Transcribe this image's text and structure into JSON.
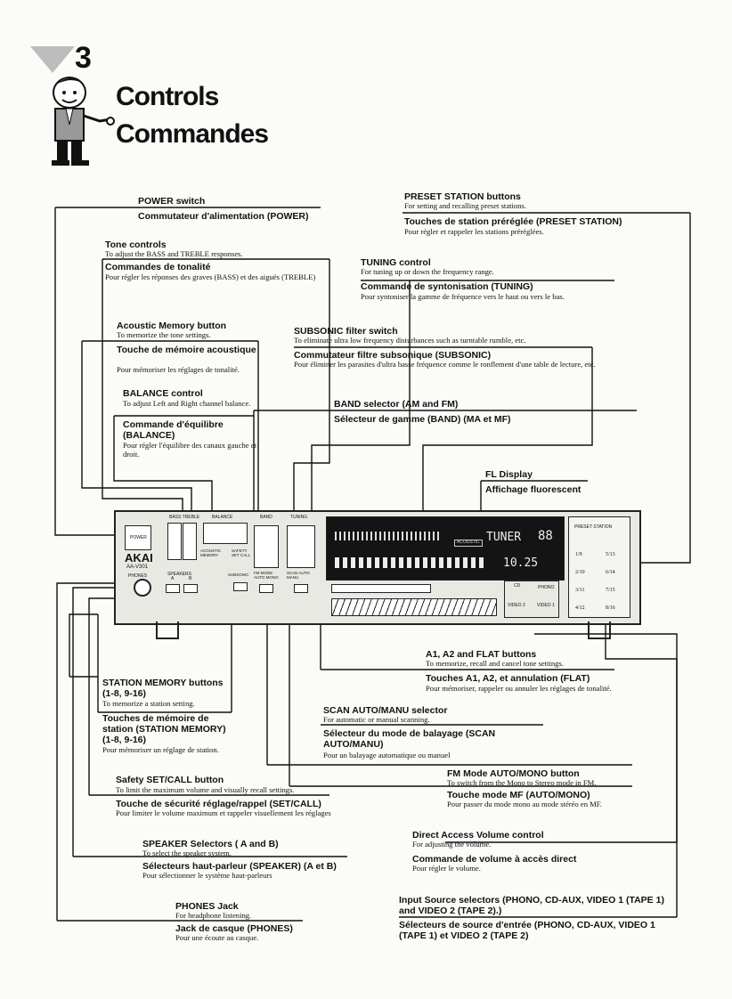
{
  "header": {
    "number": "3",
    "title_en": "Controls",
    "title_fr": "Commandes"
  },
  "panel": {
    "brand": "AKAI",
    "model": "AA-V301",
    "power": "POWER",
    "phones": "PHONES",
    "bass_treble": "BASS  TREBLE",
    "balance": "BALANCE",
    "band": "BAND",
    "tuning": "TUNING",
    "speakers": "SPEAKERS",
    "speaker_a": "A",
    "speaker_b": "B",
    "acoustic_memory": "ACOUSTIC MEMORY",
    "safety": "SAFETY SET CALL",
    "subsonic": "SUBSONIC",
    "fm_mode": "FM MODE AUTO MONO",
    "scan": "SCAN AUTO MANU",
    "display_tuner": "TUNER",
    "display_freq": "10.25",
    "display_ch": "88",
    "acoustic": "ACOUSTIC",
    "preset_station": "PRESET STATION",
    "cd": "CD",
    "phono": "PHONO",
    "video2": "VIDEO 2",
    "video1": "VIDEO 1",
    "presets": [
      "1/9",
      "5/13",
      "2/10",
      "6/14",
      "3/11",
      "7/15",
      "4/12",
      "8/16"
    ]
  },
  "labels": {
    "power": {
      "en": "POWER switch",
      "fr": "Commutateur d'alimentation (POWER)"
    },
    "tone": {
      "en": "Tone controls",
      "en_desc": "To adjust the BASS and TREBLE responses.",
      "fr": "Commandes de tonalité",
      "fr_desc": "Pour régler les réponses des graves (BASS) et des aiguës (TREBLE)"
    },
    "acoustic": {
      "en": "Acoustic Memory button",
      "en_desc": "To memorize the tone settings.",
      "fr": "Touche de mémoire acoustique",
      "fr_desc": "Pour mémoriser les réglages de tonalité."
    },
    "balance": {
      "en": "BALANCE control",
      "en_desc": "To adjust Left and Right channel balance.",
      "fr": "Commande d'équilibre (BALANCE)",
      "fr_desc": "Pour régler l'équilibre des canaux gauche et droit."
    },
    "preset": {
      "en": "PRESET STATION buttons",
      "en_desc": "For setting and recalling preset stations.",
      "fr": "Touches de station préréglée (PRESET STATION)",
      "fr_desc": "Pour régler et rappeler les stations préréglées."
    },
    "tuning": {
      "en": "TUNING control",
      "en_desc": "For tuning up or down the frequency range.",
      "fr": "Commande de syntonisation (TUNING)",
      "fr_desc": "Pour syntoniser la gamme de fréquence vers le haut ou vers le bas."
    },
    "subsonic": {
      "en": "SUBSONIC filter switch",
      "en_desc": "To eliminate ultra low frequency disturbances such as turntable rumble, etc.",
      "fr": "Commutateur filtre subsonique (SUBSONIC)",
      "fr_desc": "Pour éliminer les parasites d'ultra basse fréquence comme le ronflement d'une table de lecture, etc."
    },
    "band": {
      "en": "BAND selector (AM and FM)",
      "fr": "Sélecteur de gamme (BAND) (MA et MF)"
    },
    "fl": {
      "en": "FL Display",
      "fr": "Affichage fluorescent"
    },
    "a1a2": {
      "en": "A1, A2 and FLAT buttons",
      "en_desc": "To memorize, recall and cancel tone settings.",
      "fr": "Touches A1, A2, et annulation (FLAT)",
      "fr_desc": "Pour mémoriser, rappeler ou annuler les réglages de tonalité."
    },
    "station": {
      "en": "STATION MEMORY buttons (1-8, 9-16)",
      "en_desc": "To memorize a station setting.",
      "fr": "Touches de mémoire de station (STATION MEMORY) (1-8, 9-16)",
      "fr_desc": "Pour mémoriser un réglage de station."
    },
    "scan": {
      "en": "SCAN AUTO/MANU selector",
      "en_desc": "For automatic or manual scanning.",
      "fr": "Sélecteur du mode de balayage (SCAN AUTO/MANU)",
      "fr_desc": "Pour un balayage automatique ou manuel"
    },
    "fmmode": {
      "en": "FM Mode AUTO/MONO button",
      "en_desc": "To switch from the Mono to Stereo mode in FM.",
      "fr": "Touche mode MF (AUTO/MONO)",
      "fr_desc": "Pour passer du mode mono au mode stéréo en MF."
    },
    "safety": {
      "en": "Safety SET/CALL button",
      "en_desc": "To limit the maximum volume and visually recall settings.",
      "fr": "Touche de sécurité réglage/rappel (SET/CALL)",
      "fr_desc": "Pour limiter le volume maximum et rappeler visuellement les réglages"
    },
    "volume": {
      "en": "Direct Access Volume control",
      "en_desc": "For adjusting the volume.",
      "fr": "Commande de volume à accès direct",
      "fr_desc": "Pour régler le volume."
    },
    "speaker": {
      "en": "SPEAKER Selectors ( A and B)",
      "en_desc": "To select the speaker system.",
      "fr": "Sélecteurs haut-parleur (SPEAKER) (A et B)",
      "fr_desc": "Pour sélectionner le système haut-parleurs"
    },
    "input": {
      "en": "Input Source selectors (PHONO, CD-AUX, VIDEO 1 (TAPE 1) and VIDEO 2 (TAPE 2).)",
      "fr": "Sélecteurs de source d'entrée (PHONO, CD-AUX, VIDEO 1 (TAPE 1) et VIDEO 2 (TAPE 2)"
    },
    "phones": {
      "en": "PHONES Jack",
      "en_desc": "For headphone listening.",
      "fr": "Jack de casque (PHONES)",
      "fr_desc": "Pour une écoute au casque."
    }
  }
}
